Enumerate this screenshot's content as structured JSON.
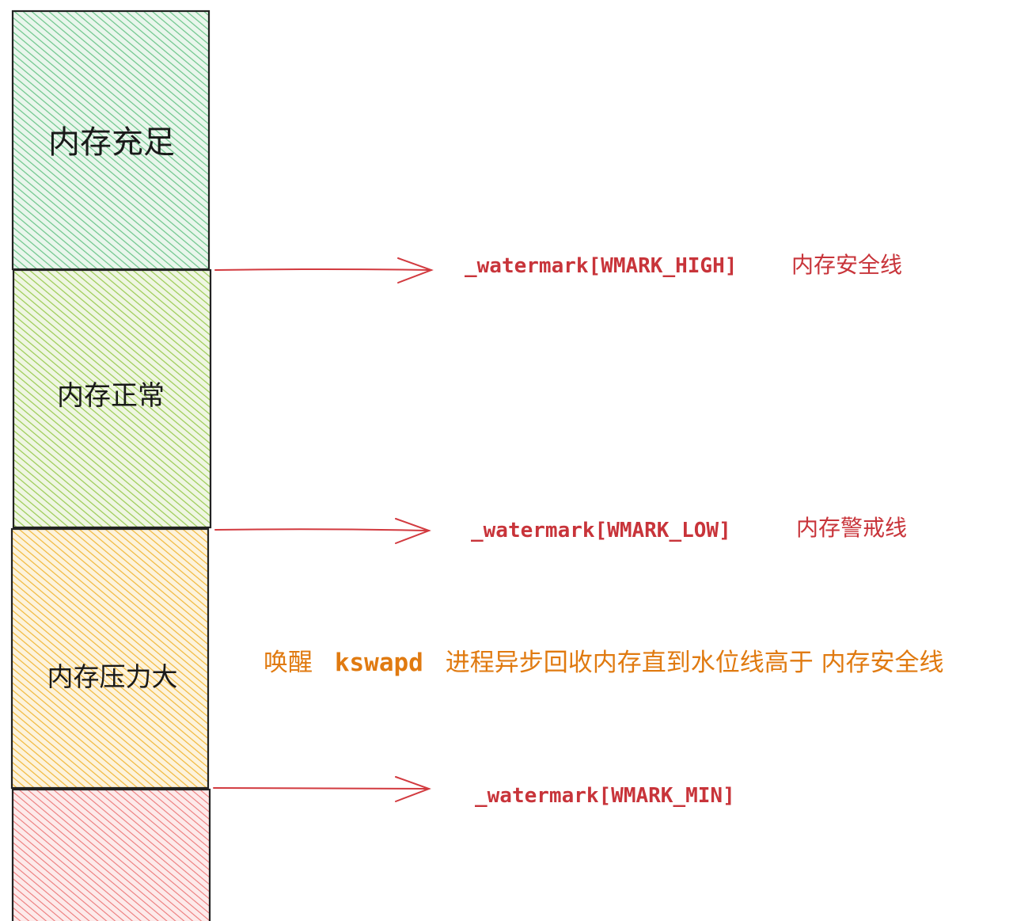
{
  "colors": {
    "high_zone": "#6cc58a",
    "normal_zone": "#9acb52",
    "pressure_zone": "#f1b83a",
    "min_zone": "#ec7a7a",
    "watermark_text": "#c8343a",
    "action_text": "#e07a10",
    "arrow": "#d23a3f"
  },
  "zones": [
    {
      "label": "内存充足"
    },
    {
      "label": "内存正常"
    },
    {
      "label": "内存压力大"
    },
    {
      "label": ""
    }
  ],
  "watermarks": [
    {
      "code": "_watermark[WMARK_HIGH]",
      "note": "内存安全线"
    },
    {
      "code": "_watermark[WMARK_LOW]",
      "note": "内存警戒线"
    },
    {
      "code": "_watermark[WMARK_MIN]",
      "note": ""
    }
  ],
  "action": {
    "prefix": "唤醒",
    "keyword": "kswapd",
    "suffix": "进程异步回收内存直到水位线高于 内存安全线"
  }
}
